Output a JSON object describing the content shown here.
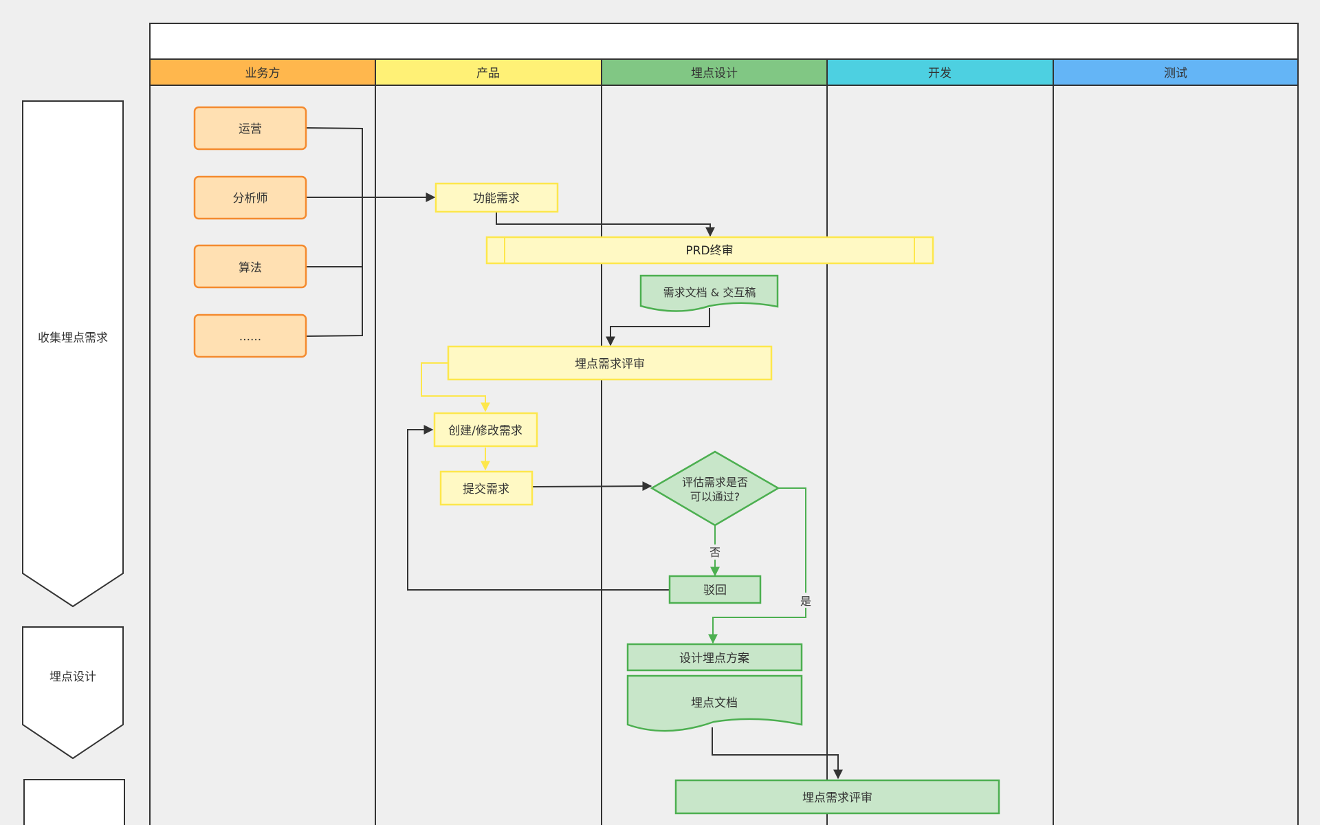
{
  "diagram": {
    "title": "",
    "lanes": [
      {
        "label": "业务方",
        "color": "#ffb74d"
      },
      {
        "label": "产品",
        "color": "#fff176"
      },
      {
        "label": "埋点设计",
        "color": "#81c784"
      },
      {
        "label": "开发",
        "color": "#4dd0e1"
      },
      {
        "label": "测试",
        "color": "#64b5f6"
      }
    ],
    "phases": [
      {
        "label": "收集埋点需求"
      },
      {
        "label": "埋点设计"
      },
      {
        "label": ""
      }
    ],
    "nodes": {
      "ops": "运营",
      "analyst": "分析师",
      "algo": "算法",
      "more": "......",
      "func_req": "功能需求",
      "prd": "PRD终审",
      "req_doc": "需求文档 & 交互稿",
      "track_review_1": "埋点需求评审",
      "create_req": "创建/修改需求",
      "submit_req": "提交需求",
      "evaluate": [
        "评估需求是否",
        "可以通过?"
      ],
      "reject": "驳回",
      "design_plan": "设计埋点方案",
      "track_doc": "埋点文档",
      "track_review_2": "埋点需求评审"
    },
    "edge_labels": {
      "no": "否",
      "yes": "是"
    },
    "colors": {
      "orange_fill": "#ffe0b2",
      "orange_stroke": "#f48a2e",
      "yellow_fill": "#fff9c4",
      "yellow_stroke": "#fde74c",
      "green_fill": "#c8e6c9",
      "green_stroke": "#4caf50",
      "line": "#333333"
    }
  }
}
